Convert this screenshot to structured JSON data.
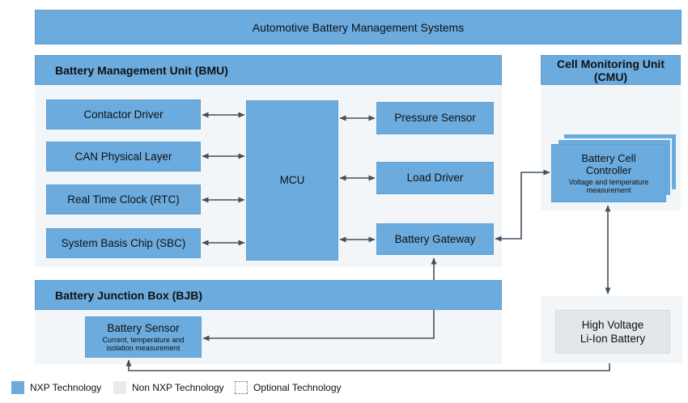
{
  "colors": {
    "nxp_blue": "#6babde",
    "non_nxp_gray": "#e7ebee",
    "container_bg": "#f3f6f9",
    "inner_gray": "#e2e7eb",
    "arrow_color": "#42505e"
  },
  "banner": {
    "title": "Automotive Battery Management Systems"
  },
  "bmu": {
    "title": "Battery Management Unit (BMU)",
    "left": [
      "Contactor Driver",
      "CAN Physical Layer",
      "Real Time Clock (RTC)",
      "System Basis Chip (SBC)"
    ],
    "mcu": "MCU",
    "right": [
      "Pressure Sensor",
      "Load Driver",
      "Battery Gateway"
    ]
  },
  "cmu": {
    "title_line1": "Cell Monitoring Unit",
    "title_line2": "(CMU)",
    "bcc_title": "Battery Cell Controller",
    "bcc_subtitle": "Voltage and temperature measurement"
  },
  "bjb": {
    "title": "Battery Junction Box (BJB)",
    "sensor_title": "Battery Sensor",
    "sensor_subtitle": "Current, temperature and isolation measurement"
  },
  "hv_battery": {
    "line1": "High Voltage",
    "line2": "Li-Ion Battery"
  },
  "legend": {
    "nxp": "NXP Technology",
    "non_nxp": "Non NXP Technology",
    "optional": "Optional Technology"
  }
}
